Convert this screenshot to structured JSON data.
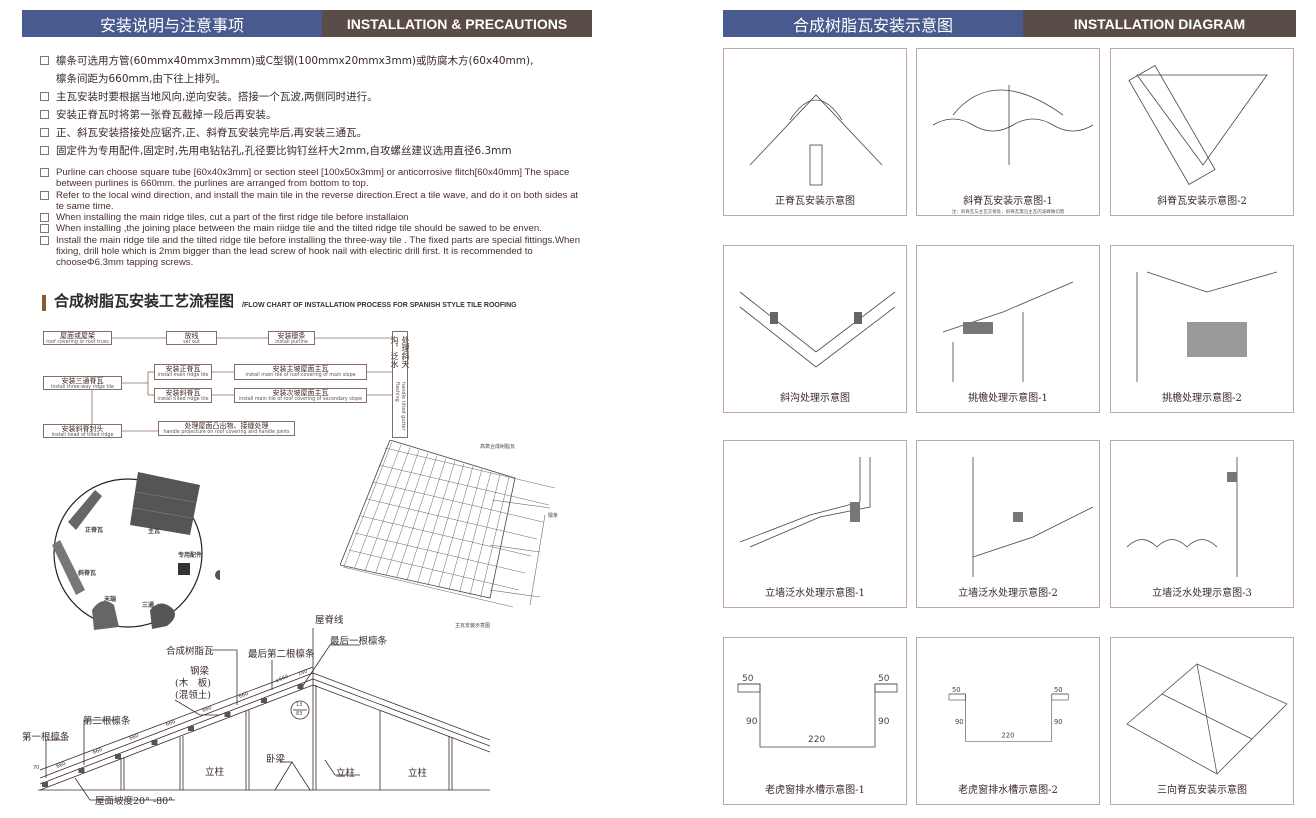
{
  "left_header": {
    "cn": "安装说明与注意事项",
    "en": "INSTALLATION & PRECAUTIONS"
  },
  "right_header": {
    "cn": "合成树脂瓦安装示意图",
    "en": "INSTALLATION DIAGRAM"
  },
  "colors": {
    "header_blue": "#485a8e",
    "header_brown": "#5a4d48"
  },
  "notes_cn": [
    {
      "text": "檩条可选用方管(60mmx40mmx3mmm)或C型钢(100mmx20mmx3mm)或防腐木方(60x40mm),",
      "cont": "檩条间距为660mm,由下往上排列。"
    },
    {
      "text": "主瓦安装时要根据当地风向,逆向安装。搭接一个瓦波,两侧同时进行。"
    },
    {
      "text": "安装正脊瓦时将第一张脊瓦截掉一段后再安装。"
    },
    {
      "text": "正、斜瓦安装搭接处应锯齐,正、斜脊瓦安装完毕后,再安装三通瓦。"
    },
    {
      "text": "固定件为专用配件,固定时,先用电钻钻孔,孔径要比钩钉丝杆大2mm,自攻螺丝建议选用直径6.3mm"
    }
  ],
  "notes_en": [
    "Purline can choose square tube [60x40x3mm] or section steel [100x50x3mm] or anticorrosive flitch[60x40mm] The space between purlines is 660mm. the purlines are arranged from bottom to top.",
    "Refer to the local wind direction, and install the main tile in the reverse direction.Erect a tile wave, and do it on both sides at te same time.",
    "When installing the main ridge tiles, cut a part of the first ridge tile before installaion",
    "When installing ,the joining place between the main riidge tile and the tilted ridge tile should be sawed to be enven.",
    "Install the main ridge tile and the tilted ridge tile before installing the three-way tile . The fixed parts are special fittings.When fixing, drill hole which is 2mm bigger than the lead screw of hook nail with electiric drill first. It is recommended to chooseΦ6.3mm tapping screws."
  ],
  "flow": {
    "title_cn": "合成树脂瓦安装工艺流程图",
    "title_en": "/FLOW CHART OF INSTALLATION PROCESS FOR SPANISH STYLE TILE ROOFING",
    "boxes": [
      {
        "cn": "屋面或屋架",
        "en": "roof covering or roof truss"
      },
      {
        "cn": "放线",
        "en": "set out"
      },
      {
        "cn": "安装檩条",
        "en": "install purline"
      },
      {
        "cn": "安装正脊瓦",
        "en": "install main ridge tile"
      },
      {
        "cn": "安装主坡屋面主瓦",
        "en": "install main tile of roof covering of main slope"
      },
      {
        "cn": "安装三通脊瓦",
        "en": "install three-way ridge tile"
      },
      {
        "cn": "安装斜脊瓦",
        "en": "install tilted ridge tile"
      },
      {
        "cn": "安装次坡屋面主瓦",
        "en": "install main tile of roof covering of secondary slope"
      },
      {
        "cn": "安装斜脊封头",
        "en": "install head of tilted ridge"
      },
      {
        "cn": "处理屋面凸出物、接缝处理",
        "en": "handle projecture on roof covering and handle joints"
      },
      {
        "cn": "处理斜天沟、泛水",
        "en": "handle tilted gutter flashing"
      }
    ]
  },
  "parts": {
    "items": [
      "正脊瓦",
      "主瓦",
      "专用配件",
      "斜脊瓦",
      "末端",
      "三通"
    ]
  },
  "tile_diagram": {
    "label": "高筑合成树脂瓦",
    "dim": "檩条",
    "caption": "主瓦安装示意图"
  },
  "roof": {
    "ridge_line": "屋脊线",
    "last_purlin": "最后一根檩条",
    "second_last": "最后第二根檩条",
    "resin_tile": "合成树脂瓦",
    "steel_beam": "钢梁",
    "wood": "(木　板)",
    "concrete": "(混领土)",
    "second_purlin": "第二根檩条",
    "first_purlin": "第一根檩条",
    "column": "立柱",
    "beam": "卧梁",
    "slope": "屋面坡度20° -80°",
    "spacing": "660",
    "top_spacing": "≤660",
    "ridge_gap": "180",
    "eave": "70",
    "ratio_top": "13",
    "ratio_bottom": "83"
  },
  "panels": [
    {
      "caption": "正脊瓦安装示意图"
    },
    {
      "caption": "斜脊瓦安装示意图-1",
      "note": "注：斜脊瓦与主瓦交接处，斜脊瓦需沿主瓦的波峰做切割"
    },
    {
      "caption": "斜脊瓦安装示意图-2"
    },
    {
      "caption": "斜沟处理示意图"
    },
    {
      "caption": "挑檐处理示意图-1"
    },
    {
      "caption": "挑檐处理示意图-2"
    },
    {
      "caption": "立墙泛水处理示意图-1"
    },
    {
      "caption": "立墙泛水处理示意图-2"
    },
    {
      "caption": "立墙泛水处理示意图-3"
    },
    {
      "caption": "老虎窗排水槽示意图-1"
    },
    {
      "caption": "老虎窗排水槽示意图-2"
    },
    {
      "caption": "三向脊瓦安装示意图"
    }
  ],
  "gutter_dims": {
    "flange": "50",
    "depth": "90",
    "width": "220"
  }
}
